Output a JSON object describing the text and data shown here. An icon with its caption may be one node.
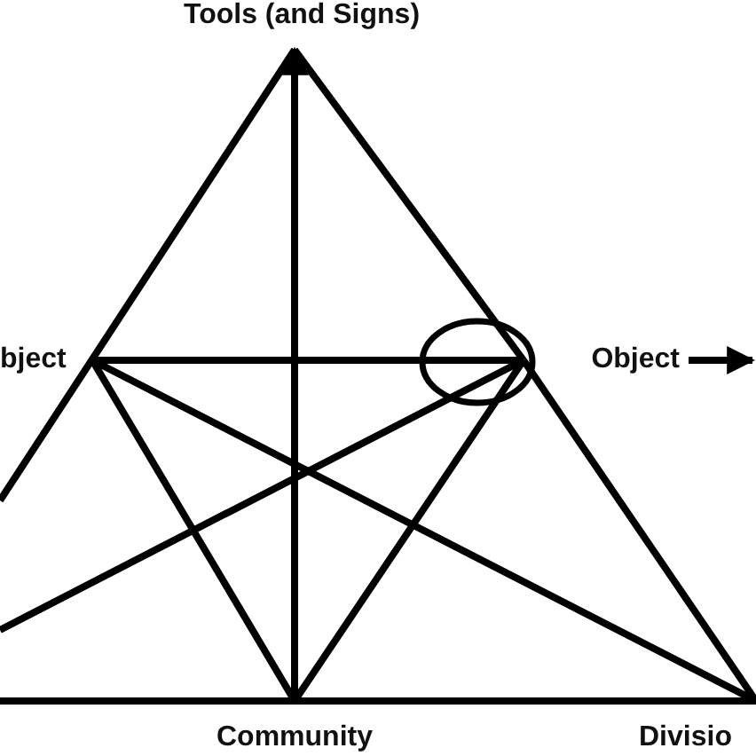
{
  "diagram": {
    "nodes": [
      {
        "text": [
          "Tools (and Signs)"
        ]
      },
      {
        "text": [
          "bject"
        ]
      },
      {
        "text": [
          "Object"
        ]
      },
      {
        "text": [
          "Community"
        ]
      },
      {
        "text": [
          "Divisio"
        ]
      }
    ],
    "edges": [
      {
        "from": 3,
        "to": 0,
        "arrow": "to"
      },
      {
        "from": 0,
        "to": null,
        "arrow": "none"
      },
      {
        "from": 0,
        "to": 2,
        "arrow": "none"
      },
      {
        "from": 2,
        "to": 4,
        "arrow": "none"
      },
      {
        "from": 1,
        "to": 2,
        "arrow": "none"
      },
      {
        "from": 1,
        "to": 3,
        "arrow": "none"
      },
      {
        "from": 1,
        "to": 4,
        "arrow": "none"
      },
      {
        "from": 2,
        "to": 3,
        "arrow": "none"
      },
      {
        "from": 2,
        "to": null,
        "arrow": "none"
      },
      {
        "from": null,
        "to": 3,
        "arrow": "none"
      },
      {
        "from": 3,
        "to": 4,
        "arrow": "none"
      },
      {
        "from": 2,
        "to": null,
        "arrow": "to"
      }
    ]
  }
}
